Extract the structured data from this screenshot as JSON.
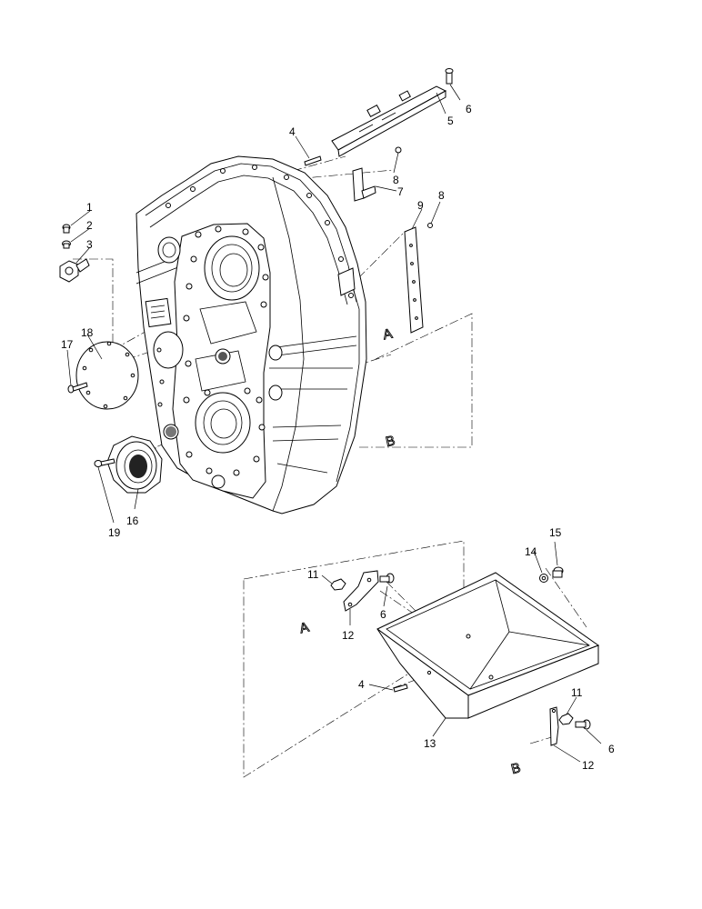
{
  "callouts": {
    "c1": "1",
    "c2": "2",
    "c3": "3",
    "c4a": "4",
    "c4b": "4",
    "c5": "5",
    "c6a": "6",
    "c6b": "6",
    "c6c": "6",
    "c7": "7",
    "c8a": "8",
    "c8b": "8",
    "c9": "9",
    "c11a": "11",
    "c11b": "11",
    "c12a": "12",
    "c12b": "12",
    "c13": "13",
    "c14": "14",
    "c15": "15",
    "c16": "16",
    "c17": "17",
    "c18": "18",
    "c19": "19"
  },
  "refs": {
    "a_upper": "A",
    "b_upper": "B",
    "a_lower": "A",
    "b_lower": "B"
  }
}
